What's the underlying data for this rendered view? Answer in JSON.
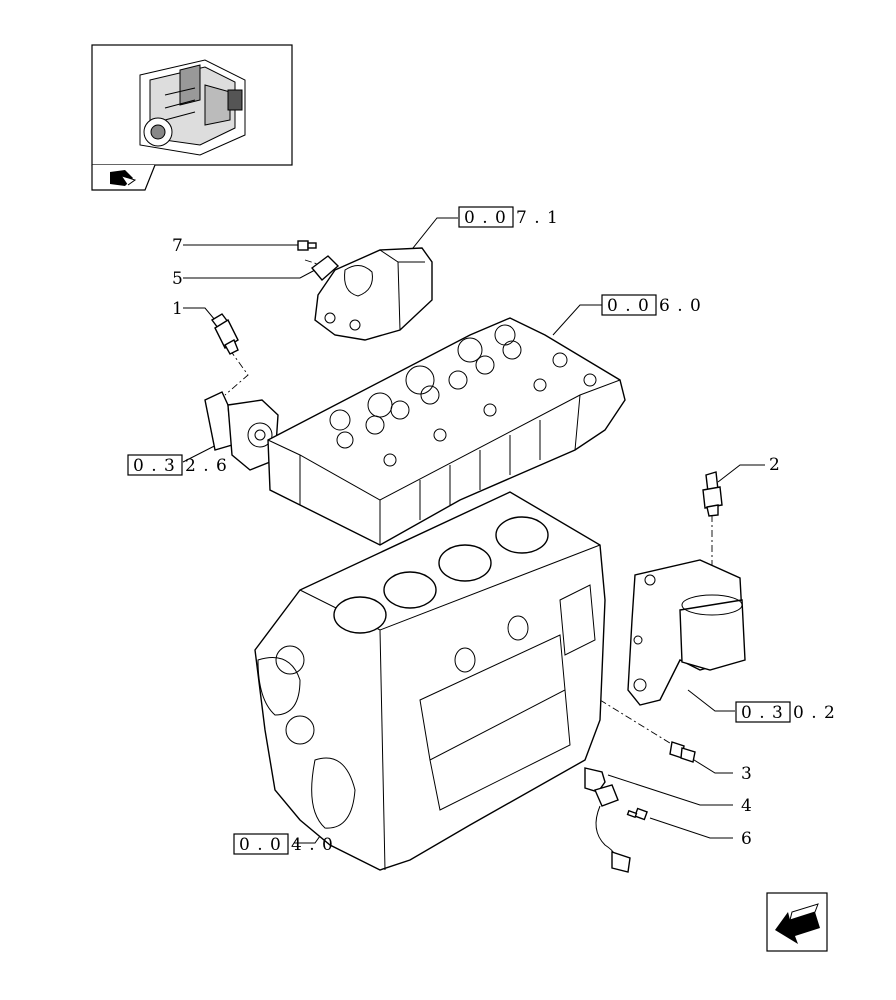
{
  "callouts": [
    {
      "id": "7",
      "text": "7"
    },
    {
      "id": "5",
      "text": "5"
    },
    {
      "id": "1",
      "text": "1"
    },
    {
      "id": "2",
      "text": "2"
    },
    {
      "id": "3",
      "text": "3"
    },
    {
      "id": "4",
      "text": "4"
    },
    {
      "id": "6",
      "text": "6"
    }
  ],
  "references": [
    {
      "boxed": "0 . 0",
      "rest": "7 . 1"
    },
    {
      "boxed": "0 . 0",
      "rest": "6 . 0"
    },
    {
      "boxed": "0 . 3",
      "rest": "2 . 6"
    },
    {
      "boxed": "0 . 3",
      "rest": "0 . 2"
    },
    {
      "boxed": "0 . 0",
      "rest": "4 . 0"
    }
  ],
  "icons": {
    "thumbnail": "engine-thumbnail-icon",
    "thumbnail_tab": "hand-pointer-icon",
    "nav": "next-page-arrow-icon"
  }
}
